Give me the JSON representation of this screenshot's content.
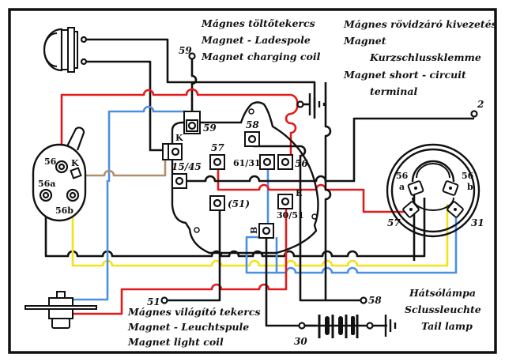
{
  "title": "Magnet wiring diagram",
  "colors": {
    "border": "#111111",
    "wire_black": "#111111",
    "wire_red": "#e01b1b",
    "wire_blue": "#4a90e2",
    "wire_yellow": "#f2e21a",
    "wire_brown": "#b08f70"
  },
  "labels": {
    "charging_coil": [
      "Mágnes töltőtekercs",
      "Magnet - Ladespole",
      "Magnet charging coil"
    ],
    "short_circuit": [
      "Mágnes rövidzáró kivezetés",
      "Magnet",
      "Kurzschlussklemme",
      "Magnet short - circuit",
      "terminal"
    ],
    "light_coil": [
      "Mágnes világító tekercs",
      "Magnet - Leuchtspule",
      "Magnet light coil"
    ],
    "tail_lamp": [
      "Hátsólámpa",
      "Sclussleuchte",
      "Tail lamp"
    ]
  },
  "terminals": {
    "t59_top": "59",
    "t2": "2",
    "t51": "51",
    "t58_out": "58",
    "t30": "30",
    "mag_59": "59",
    "mag_58": "58",
    "mag_57": "57",
    "mag_k": "K",
    "mag_1545": "15/45",
    "mag_6131": "61/31",
    "mag_56": "56",
    "mag_51": "(51)",
    "mag_e": "E",
    "mag_3051": "30/51",
    "mag_b": "B",
    "sw_56": "56",
    "sw_k": "K",
    "sw_56a": "56a",
    "sw_56b": "56b",
    "hl_56a_num": "56",
    "hl_56a_let": "a",
    "hl_56b_num": "56",
    "hl_56b_let": "b",
    "hl_57": "57",
    "hl_31": "31"
  },
  "icons": {
    "horn": "horn-icon",
    "ground": "ground-icon",
    "battery": "battery-icon",
    "light_switch": "light-switch-icon",
    "headlamp": "headlamp-icon",
    "brake_switch": "brake-switch-icon",
    "magneto": "magneto-icon"
  }
}
